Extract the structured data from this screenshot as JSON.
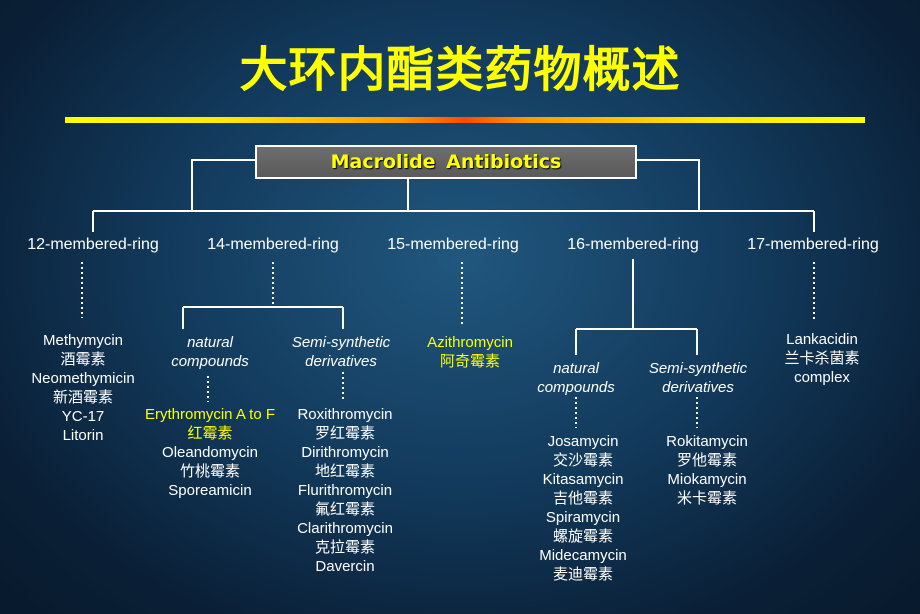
{
  "title": "大环内酯类药物概述",
  "root": "Macrolide  Antibiotics",
  "rings": [
    "12-membered-ring",
    "14-membered-ring",
    "15-membered-ring",
    "16-membered-ring",
    "17-membered-ring"
  ],
  "ring12": {
    "items": [
      "Methymycin",
      "酒霉素",
      "Neomethymicin",
      "新酒霉素",
      "YC-17",
      "Litorin"
    ]
  },
  "ring14": {
    "natural": [
      "natural",
      "compounds"
    ],
    "semi": [
      "Semi-synthetic",
      "derivatives"
    ],
    "natural_highlight": [
      "Erythromycin A to F",
      "红霉素"
    ],
    "natural_items": [
      "Oleandomycin",
      "竹桃霉素",
      "Sporeamicin"
    ],
    "semi_items": [
      "Roxithromycin",
      "罗红霉素",
      "Dirithromycin",
      "地红霉素",
      "Flurithromycin",
      "氟红霉素",
      "Clarithromycin",
      "克拉霉素",
      "Davercin"
    ]
  },
  "ring15": {
    "items": [
      "Azithromycin",
      "阿奇霉素"
    ]
  },
  "ring16": {
    "natural": [
      "natural",
      "compounds"
    ],
    "semi": [
      "Semi-synthetic",
      "derivatives"
    ],
    "natural_items": [
      "Josamycin",
      "交沙霉素",
      "Kitasamycin",
      "吉他霉素",
      "Spiramycin",
      "螺旋霉素",
      "Midecamycin",
      "麦迪霉素"
    ],
    "semi_items": [
      "Rokitamycin",
      "罗他霉素",
      "Miokamycin",
      "米卡霉素"
    ]
  },
  "ring17": {
    "items": [
      "Lankacidin",
      "兰卡杀菌素",
      "complex"
    ]
  },
  "colors": {
    "title": "#ffff00",
    "highlight": "#ffff00",
    "root_fill": "#666666",
    "line": "#ffffff"
  }
}
